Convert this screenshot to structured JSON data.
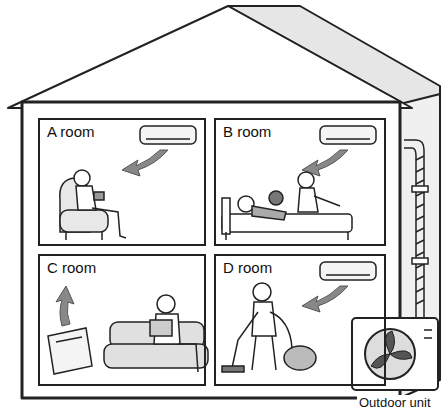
{
  "diagram": {
    "nodes": [
      {
        "text": [
          "A room"
        ]
      },
      {
        "text": [
          "B room"
        ]
      },
      {
        "text": [
          "C room"
        ]
      },
      {
        "text": [
          "D room"
        ]
      },
      {
        "text": [
          "Outdoor unit"
        ]
      }
    ]
  }
}
